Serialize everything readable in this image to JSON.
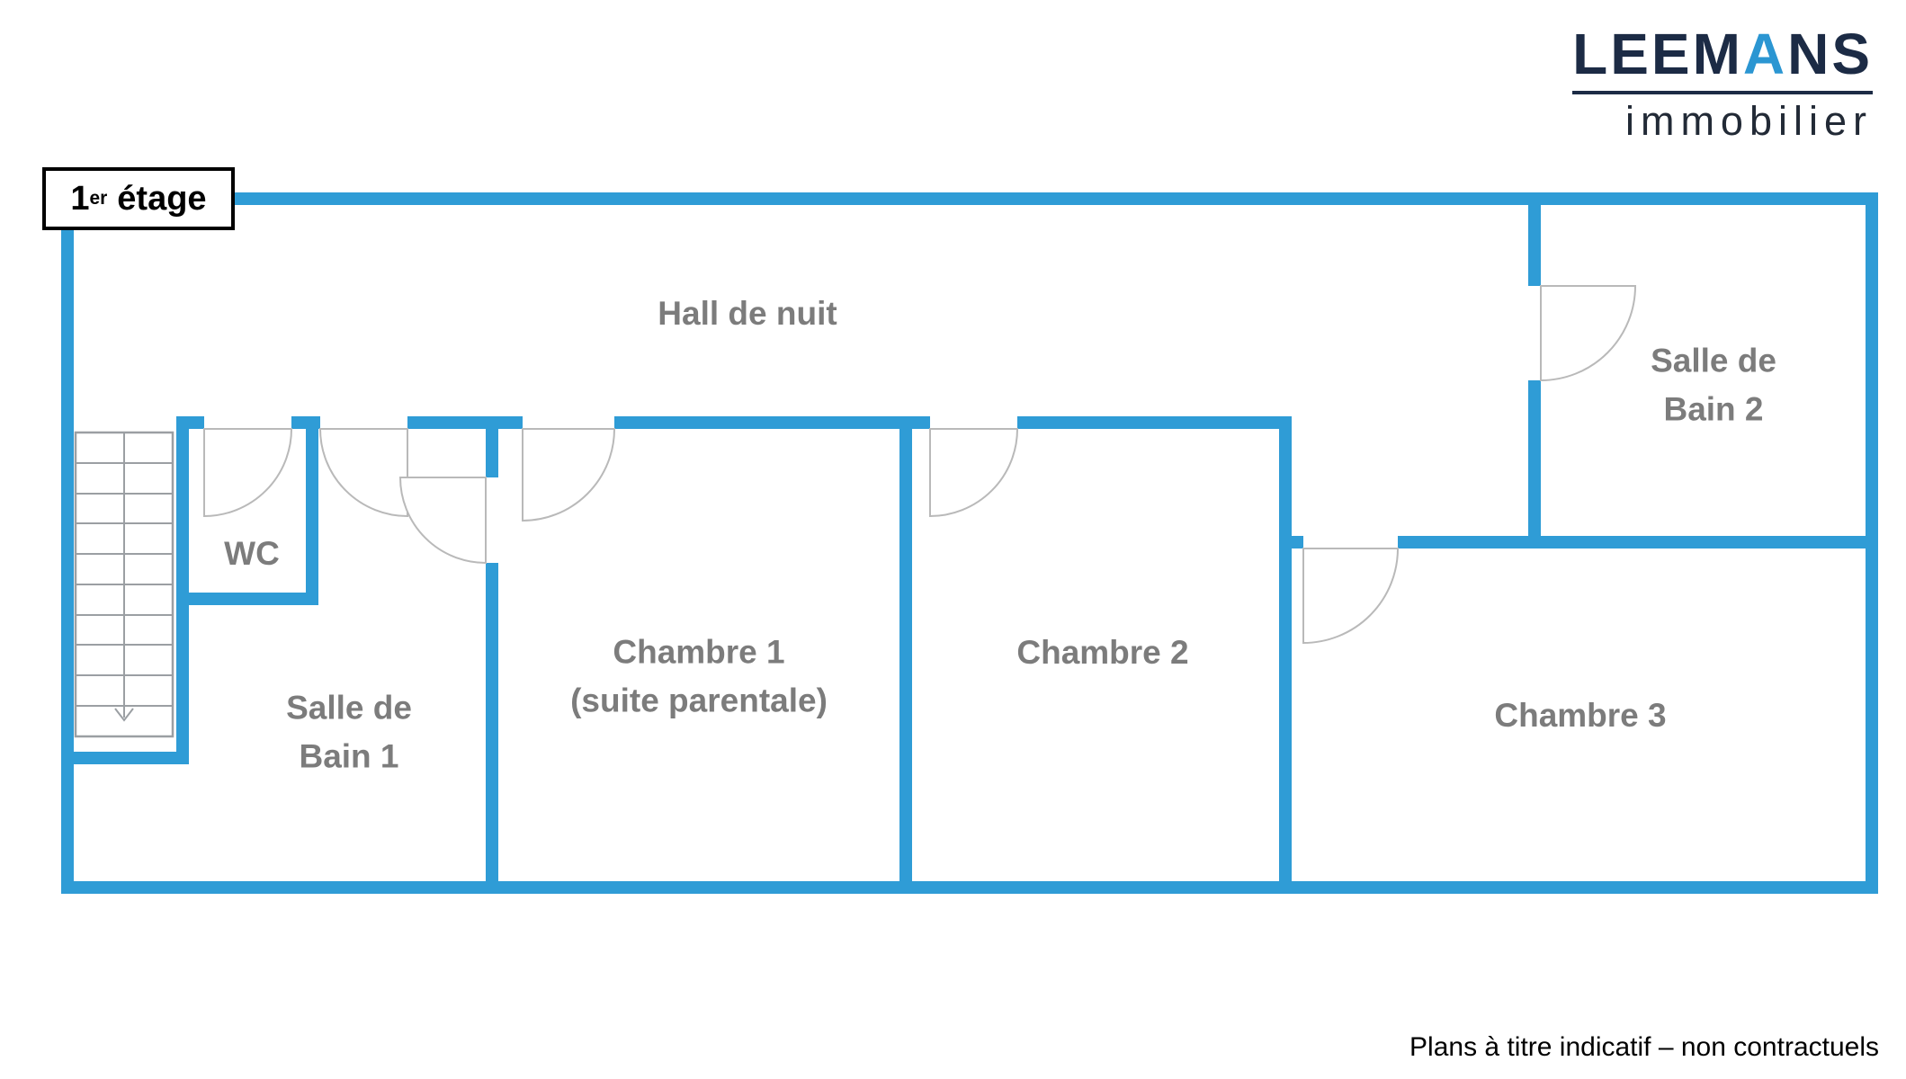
{
  "colors": {
    "wall": "#2f9cd6",
    "door": "#b9b9b9",
    "stair": "#9b9fa3",
    "room_label": "#7c7c7c",
    "logo_navy": "#1c2b45",
    "logo_blue": "#2b96d2"
  },
  "header": {
    "logo": {
      "part1": "LEEM",
      "part2": "A",
      "part3": "NS",
      "subtitle": "immobilier"
    }
  },
  "floor_label": {
    "number": "1",
    "superscript": "er",
    "word": "étage"
  },
  "rooms": {
    "hall": {
      "label": "Hall de nuit"
    },
    "sdb2": {
      "line1": "Salle de",
      "line2": "Bain 2"
    },
    "wc": {
      "label": "WC"
    },
    "sdb1": {
      "line1": "Salle de",
      "line2": "Bain 1"
    },
    "chambre1": {
      "line1": "Chambre 1",
      "line2": "(suite parentale)"
    },
    "chambre2": {
      "label": "Chambre 2"
    },
    "chambre3": {
      "label": "Chambre 3"
    }
  },
  "footer": {
    "disclaimer": "Plans à titre indicatif – non contractuels"
  }
}
